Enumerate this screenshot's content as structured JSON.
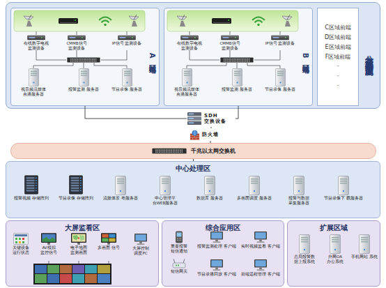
{
  "diagram": {
    "nodes": [
      {
        "text": [
          "分布式前端信号监测区"
        ]
      },
      {
        "text": [
          "A区域前端"
        ],
        "in": 0
      },
      {
        "text": [
          "有线数字电视 监测设备"
        ],
        "in": 1
      },
      {
        "text": [
          "CMMB信号 监测设备"
        ],
        "in": 1
      },
      {
        "text": [
          "IP信号 监测设备"
        ],
        "in": 1
      },
      {
        "text": [
          "视音频流媒体 点播服务器"
        ],
        "in": 1
      },
      {
        "text": [
          "报警监测 服务器"
        ],
        "in": 1
      },
      {
        "text": [
          "节目录像 服务器"
        ],
        "in": 1
      },
      {
        "text": [
          "B区域前端"
        ],
        "in": 0
      },
      {
        "text": [
          "有线数字电视 监测设备"
        ],
        "in": 8
      },
      {
        "text": [
          "CMMB信号 监测设备"
        ],
        "in": 8
      },
      {
        "text": [
          "IP信号 监测设备"
        ],
        "in": 8
      },
      {
        "text": [
          "视音频流媒体 点播服务器"
        ],
        "in": 8
      },
      {
        "text": [
          "报警监测 服务器"
        ],
        "in": 8
      },
      {
        "text": [
          "节目录像 服务器"
        ],
        "in": 8
      },
      {
        "text": [
          "C区域前端",
          "D区域前端",
          "E区域前端",
          "F区域前端",
          "·",
          "·",
          "·"
        ],
        "in": 0
      },
      {
        "text": [
          "SDH 交换设备"
        ]
      },
      {
        "text": [
          "防火墙"
        ]
      },
      {
        "text": [
          "千兆以太网交换机"
        ]
      },
      {
        "text": [
          "中心处理区"
        ]
      },
      {
        "text": [
          "报警视频 存储阵列"
        ],
        "in": 19
      },
      {
        "text": [
          "节目录像 存储阵列"
        ],
        "in": 19
      },
      {
        "text": [
          "流媒体发 布服务器"
        ],
        "in": 19
      },
      {
        "text": [
          "中心管理平 台WEB服务器"
        ],
        "in": 19
      },
      {
        "text": [
          "数据库 服务器"
        ],
        "in": 19
      },
      {
        "text": [
          "多画面调度 服务器"
        ],
        "in": 19
      },
      {
        "text": [
          "报警与数据 采集服务器"
        ],
        "in": 19
      },
      {
        "text": [
          "节目录像下 载服务器"
        ],
        "in": 19
      },
      {
        "text": [
          "大屏监看区"
        ]
      },
      {
        "text": [
          "关键设备 运行状态"
        ],
        "in": 28
      },
      {
        "text": [
          "AV模拟 监控信号"
        ],
        "in": 28
      },
      {
        "text": [
          "电子地图 监测画面"
        ],
        "in": 28
      },
      {
        "text": [
          "多画面 信号"
        ],
        "in": 28
      },
      {
        "text": [
          "大屏控制 调度PC"
        ],
        "in": 28
      },
      {
        "text": [
          "综合应用区"
        ]
      },
      {
        "text": [
          "重要报警 短信通知"
        ],
        "in": 34
      },
      {
        "text": [
          "报警监测处理 客户端"
        ],
        "in": 34
      },
      {
        "text": [
          "实时视频监看 客户端"
        ],
        "in": 34
      },
      {
        "text": [
          "短信网关"
        ],
        "in": 34
      },
      {
        "text": [
          "节目录播回放 客户端"
        ],
        "in": 34
      },
      {
        "text": [
          "前端远程管理 客户端"
        ],
        "in": 34
      },
      {
        "text": [
          "扩展区域"
        ]
      },
      {
        "text": [
          "总局报警数 据上报系统"
        ],
        "in": 41
      },
      {
        "text": [
          "外网OA 办公系统"
        ],
        "in": 41
      },
      {
        "text": [
          "手机网站 系统"
        ],
        "in": 41
      }
    ],
    "edges": [
      {
        "from": 1,
        "to": 16,
        "arrow": "none"
      },
      {
        "from": 8,
        "to": 16,
        "arrow": "none"
      },
      {
        "from": 16,
        "to": 17,
        "arrow": "none"
      },
      {
        "from": 17,
        "to": 18,
        "arrow": "none"
      },
      {
        "from": 18,
        "to": 19,
        "arrow": "none"
      }
    ]
  }
}
